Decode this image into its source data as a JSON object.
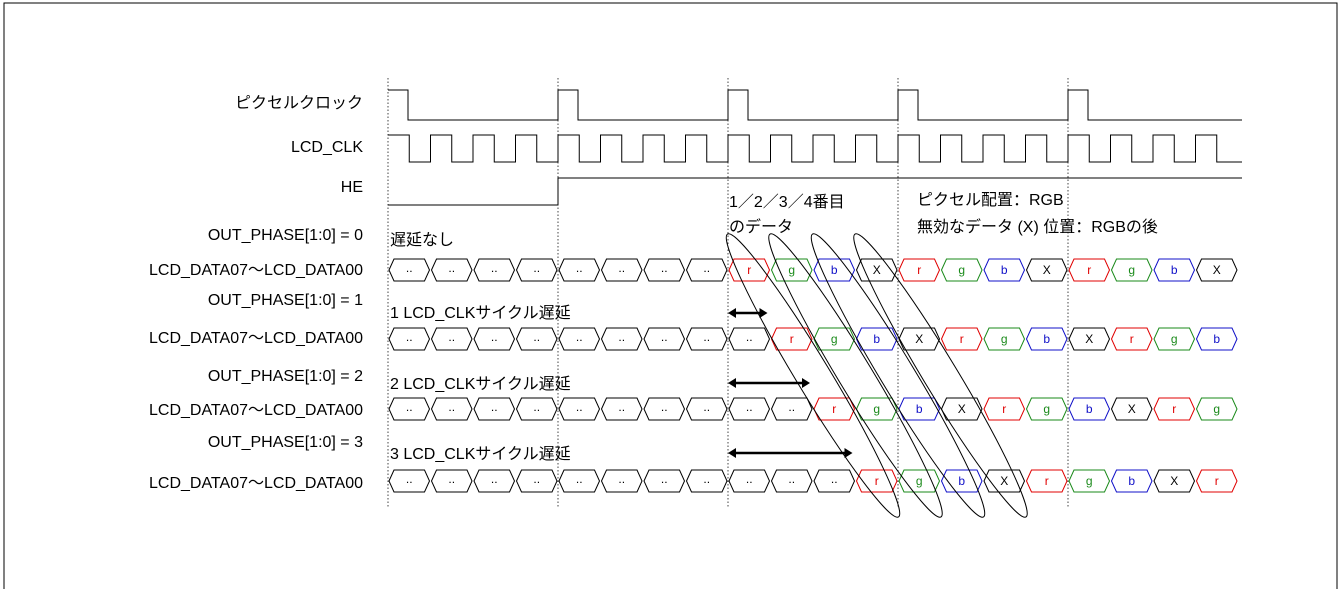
{
  "signals": {
    "pixel_clock": "ピクセルクロック",
    "lcd_clk": "LCD_CLK",
    "he": "HE"
  },
  "rows": [
    {
      "phase_label": "OUT_PHASE[1:0] = 0",
      "data_label": "LCD_DATA07～LCD_DATA00",
      "delay_label": "遅延なし",
      "cells": [
        "..",
        "..",
        "..",
        "..",
        "..",
        "..",
        "..",
        "..",
        "r",
        "g",
        "b",
        "X",
        "r",
        "g",
        "b",
        "X",
        "r",
        "g",
        "b",
        "X"
      ]
    },
    {
      "phase_label": "OUT_PHASE[1:0] = 1",
      "data_label": "LCD_DATA07～LCD_DATA00",
      "delay_label": "1 LCD_CLKサイクル遅延",
      "cells": [
        "..",
        "..",
        "..",
        "..",
        "..",
        "..",
        "..",
        "..",
        "..",
        "r",
        "g",
        "b",
        "X",
        "r",
        "g",
        "b",
        "X",
        "r",
        "g",
        "b"
      ]
    },
    {
      "phase_label": "OUT_PHASE[1:0] = 2",
      "data_label": "LCD_DATA07～LCD_DATA00",
      "delay_label": "2 LCD_CLKサイクル遅延",
      "cells": [
        "..",
        "..",
        "..",
        "..",
        "..",
        "..",
        "..",
        "..",
        "..",
        "..",
        "r",
        "g",
        "b",
        "X",
        "r",
        "g",
        "b",
        "X",
        "r",
        "g"
      ]
    },
    {
      "phase_label": "OUT_PHASE[1:0] = 3",
      "data_label": "LCD_DATA07～LCD_DATA00",
      "delay_label": "3 LCD_CLKサイクル遅延",
      "cells": [
        "..",
        "..",
        "..",
        "..",
        "..",
        "..",
        "..",
        "..",
        "..",
        "..",
        "..",
        "r",
        "g",
        "b",
        "X",
        "r",
        "g",
        "b",
        "X",
        "r"
      ]
    }
  ],
  "annotations": {
    "data_order_line1": "1／2／3／4番目",
    "data_order_line2": "のデータ",
    "pixel_layout": "ピクセル配置：RGB",
    "invalid_position": "無効なデータ (X) 位置：RGBの後"
  },
  "cell_colors": {
    "r": "#e00000",
    "g": "#1a8a1a",
    "b": "#1010c8",
    "X": "#000000",
    "..": "#000000"
  }
}
